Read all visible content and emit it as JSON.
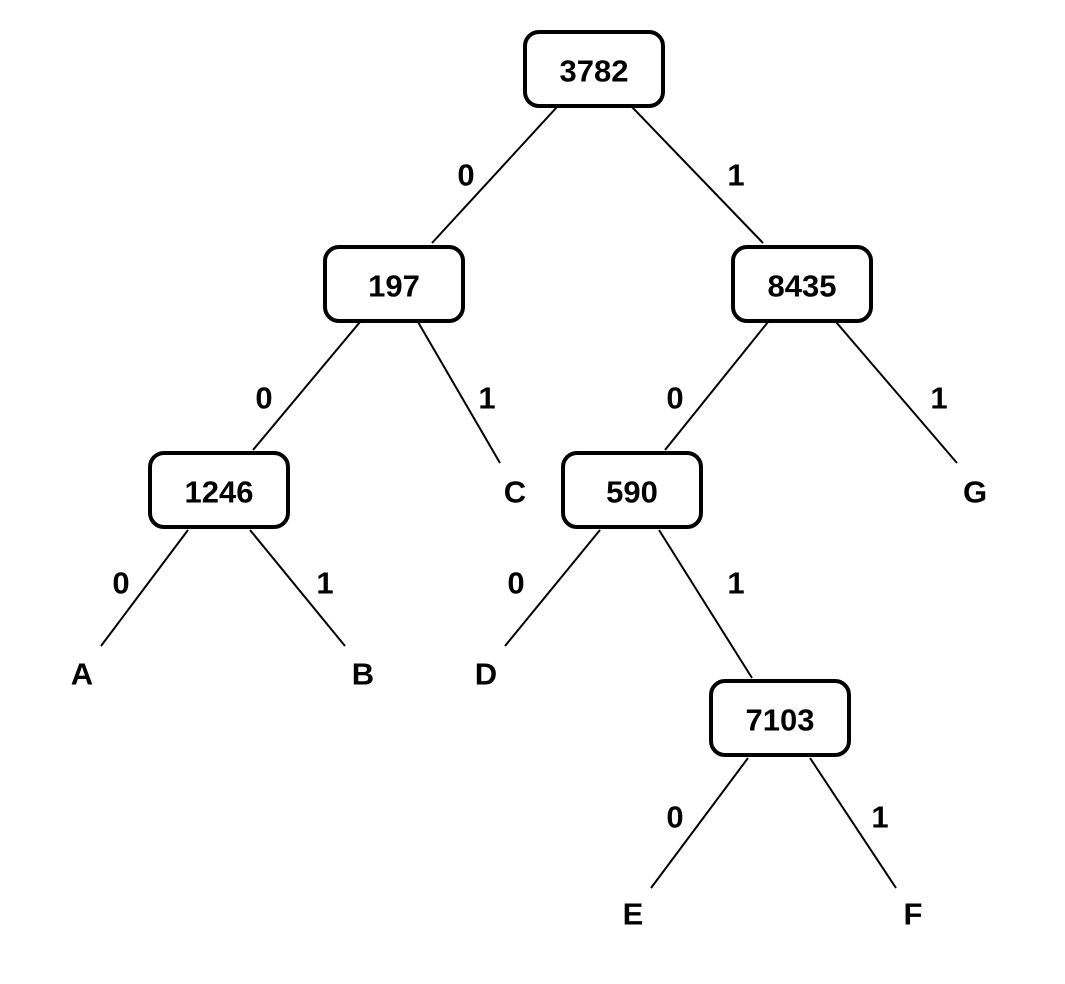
{
  "nodes": [
    {
      "id": "n3782",
      "label": "3782"
    },
    {
      "id": "n197",
      "label": "197"
    },
    {
      "id": "n8435",
      "label": "8435"
    },
    {
      "id": "n1246",
      "label": "1246"
    },
    {
      "id": "n590",
      "label": "590"
    },
    {
      "id": "n7103",
      "label": "7103"
    }
  ],
  "leaves": [
    {
      "id": "A",
      "label": "A"
    },
    {
      "id": "B",
      "label": "B"
    },
    {
      "id": "C",
      "label": "C"
    },
    {
      "id": "D",
      "label": "D"
    },
    {
      "id": "E",
      "label": "E"
    },
    {
      "id": "F",
      "label": "F"
    },
    {
      "id": "G",
      "label": "G"
    }
  ],
  "edges": [
    {
      "from": "n3782",
      "to": "n197",
      "label": "0"
    },
    {
      "from": "n3782",
      "to": "n8435",
      "label": "1"
    },
    {
      "from": "n197",
      "to": "n1246",
      "label": "0"
    },
    {
      "from": "n197",
      "to": "C",
      "label": "1"
    },
    {
      "from": "n8435",
      "to": "n590",
      "label": "0"
    },
    {
      "from": "n8435",
      "to": "G",
      "label": "1"
    },
    {
      "from": "n1246",
      "to": "A",
      "label": "0"
    },
    {
      "from": "n1246",
      "to": "B",
      "label": "1"
    },
    {
      "from": "n590",
      "to": "D",
      "label": "0"
    },
    {
      "from": "n590",
      "to": "n7103",
      "label": "1"
    },
    {
      "from": "n7103",
      "to": "E",
      "label": "0"
    },
    {
      "from": "n7103",
      "to": "F",
      "label": "1"
    }
  ]
}
